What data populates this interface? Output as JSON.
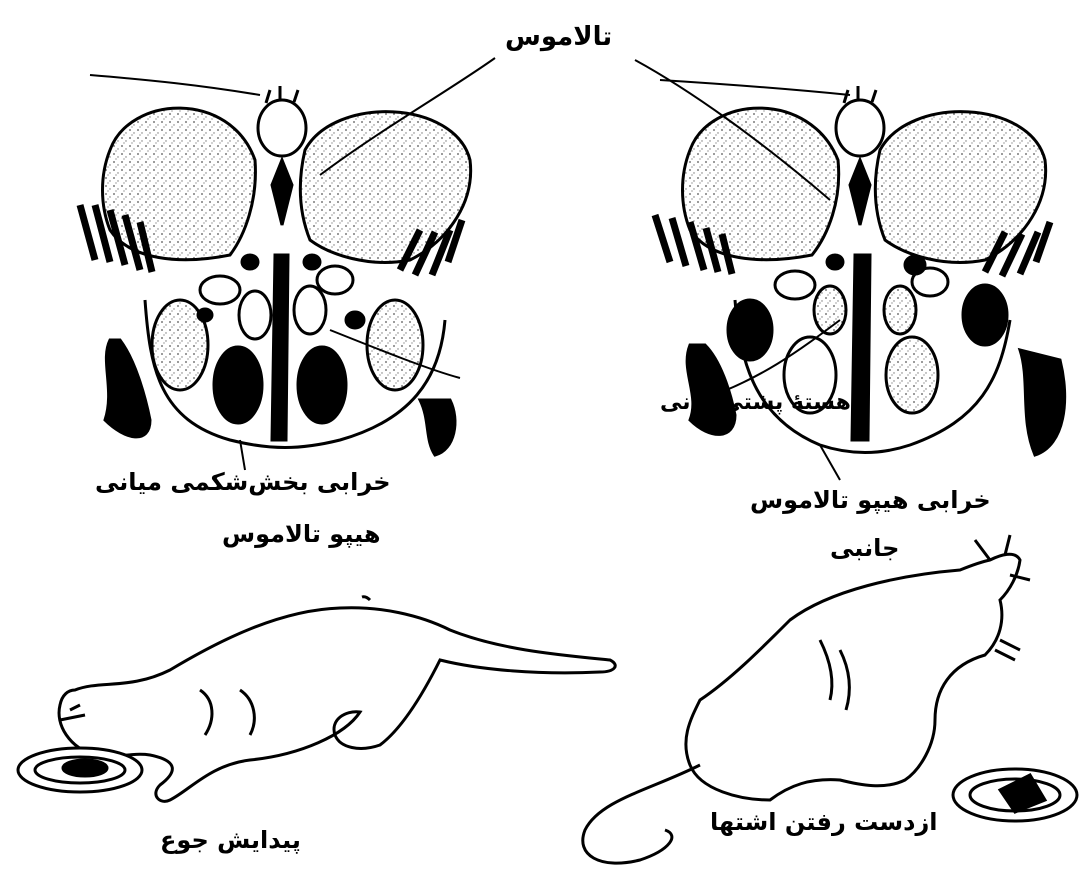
{
  "labels": {
    "thalamus": "تالاموس",
    "median_eminence": "هستهٔ پشتی‌میانی",
    "lateral_lesion_line1": "خرابی بخش‌شکمی میانی",
    "lateral_lesion_line2": "هیپو تالاموس",
    "medial_lesion_line1": "خرابی هیپو تالاموس",
    "medial_lesion_line2": "جانبی",
    "hunger": "پیدایش جوع",
    "anorexia": "ازدست رفتن اشتها"
  },
  "colors": {
    "ink": "#000000",
    "paper": "#ffffff",
    "stipple": "#9a9a9a"
  }
}
